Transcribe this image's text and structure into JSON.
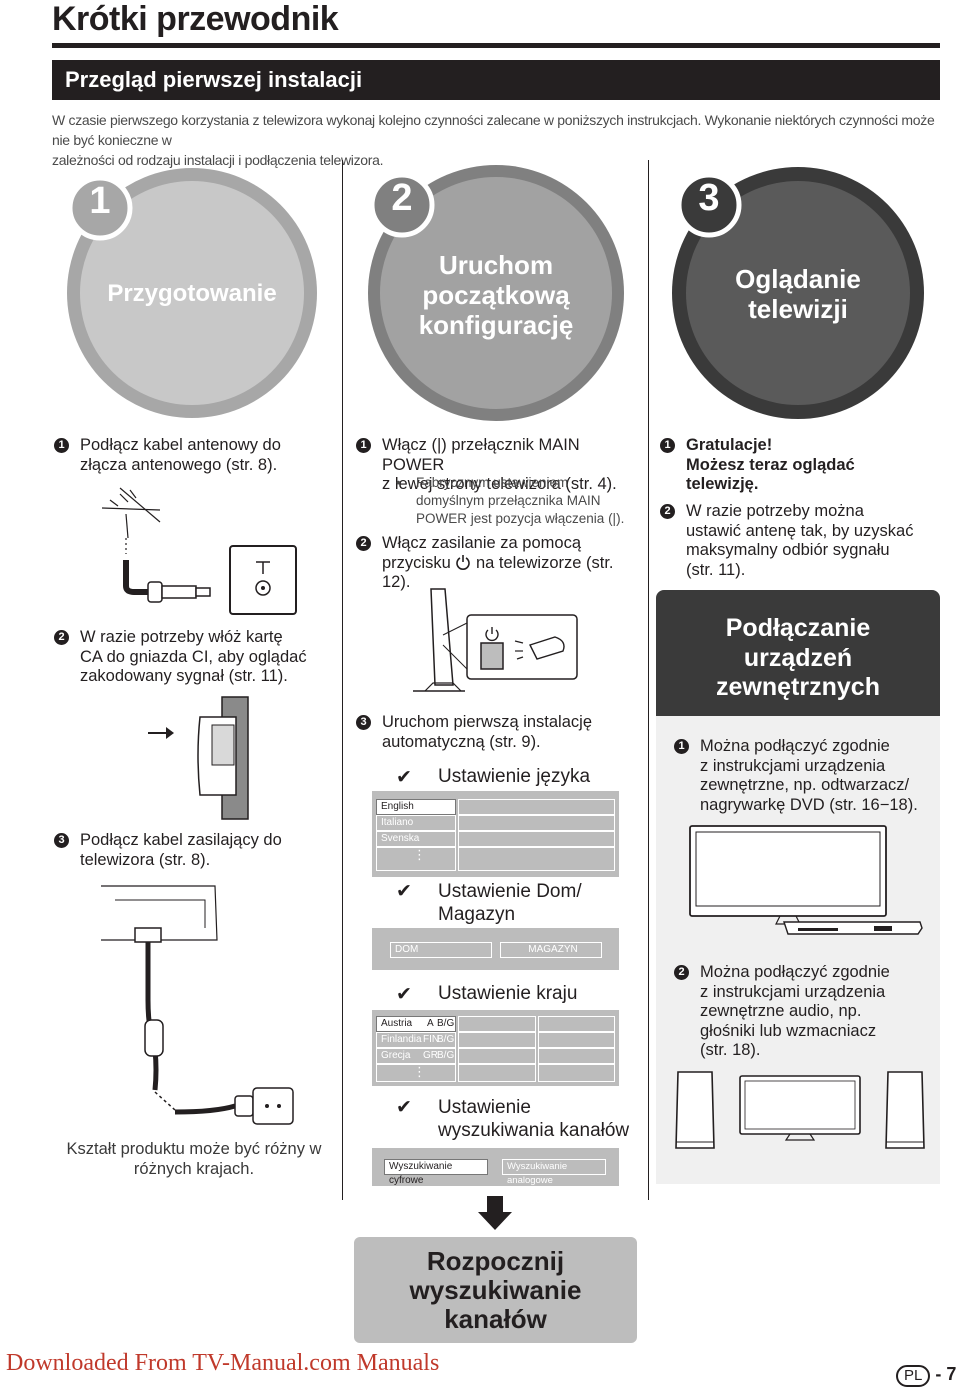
{
  "header": {
    "title": "Krótki przewodnik",
    "banner": "Przegląd pierwszej instalacji",
    "intro_1": "W czasie pierwszego korzystania z telewizora wykonaj kolejno czynności zalecane w poniższych instrukcjach. Wykonanie niektórych czynności może nie być konieczne w",
    "intro_2": "zależności od rodzaju instalacji i podłączenia telewizora."
  },
  "stages": [
    {
      "number": "1",
      "label": "Przygotowanie",
      "color": "#a7a7a7"
    },
    {
      "number": "2",
      "label_1": "Uruchom",
      "label_2": "początkową",
      "label_3": "konfigurację",
      "color": "#808080"
    },
    {
      "number": "3",
      "label_1": "Oglądanie",
      "label_2": "telewizji",
      "color": "#3a3a3a"
    }
  ],
  "col1": {
    "s1_num": "1",
    "s1_line1": "Podłącz kabel antenowy do",
    "s1_line2": "złącza antenowego (str. 8).",
    "s2_num": "2",
    "s2_line1": "W razie potrzeby włóż kartę",
    "s2_line2": "CA do gniazda CI, aby oglądać",
    "s2_line3": "zakodowany sygnał (str. 11).",
    "s3_num": "3",
    "s3_line1": "Podłącz kabel zasilający do",
    "s3_line2": "telewizora (str. 8).",
    "note_1": "Kształt produktu może być różny w",
    "note_2": "różnych krajach."
  },
  "col2": {
    "s1_num": "1",
    "s1_line1": "Włącz (|) przełącznik MAIN POWER",
    "s1_line2": "z lewej strony telewizora (str. 4).",
    "b_line1": "Fabrycznym ustawieniem",
    "b_line2": "domyślnym przełącznika MAIN",
    "b_line3": "POWER jest pozycja włączenia (|).",
    "s2_num": "2",
    "s2_line1": "Włącz zasilanie za pomocą",
    "s2_line2a": "przycisku",
    "s2_line2b": "na telewizorze (str. 12).",
    "s3_num": "3",
    "s3_line1": "Uruchom pierwszą instalację",
    "s3_line2": "automatyczną (str. 9).",
    "check_mark": "✔",
    "lang_title": "Ustawienie języka",
    "lang_options": [
      "English",
      "Italiano",
      "Svenska"
    ],
    "ellipsis": "⋮",
    "home_title_1": "Ustawienie Dom/",
    "home_title_2": "Magazyn",
    "home_options": [
      "DOM",
      "MAGAZYN"
    ],
    "country_title": "Ustawienie kraju",
    "countries": [
      {
        "name": "Austria",
        "code": "A",
        "sys": "B/G"
      },
      {
        "name": "Finlandia",
        "code": "FIN",
        "sys": "B/G"
      },
      {
        "name": "Grecja",
        "code": "GR",
        "sys": "B/G"
      }
    ],
    "search_title_1": "Ustawienie",
    "search_title_2": "wyszukiwania kanałów",
    "search_options": [
      "Wyszukiwanie cyfrowe",
      "Wyszukiwanie analogowe"
    ],
    "start_1": "Rozpocznij",
    "start_2": "wyszukiwanie",
    "start_3": "kanałów"
  },
  "col3": {
    "s1_num": "1",
    "s1_line1": "Gratulacje!",
    "s1_line2": "Możesz teraz oglądać",
    "s1_line3": "telewizję.",
    "s2_num": "2",
    "s2_line1": "W razie potrzeby można",
    "s2_line2": "ustawić antenę tak, by uzyskać",
    "s2_line3": "maksymalny odbiór sygnału",
    "s2_line4": "(str. 11).",
    "ext_1": "Podłączanie",
    "ext_2": "urządzeń",
    "ext_3": "zewnętrznych",
    "e1_num": "1",
    "e1_line1": "Można podłączyć zgodnie",
    "e1_line2": "z instrukcjami urządzenia",
    "e1_line3": "zewnętrzne, np. odtwarzacz/",
    "e1_line4": "nagrywarkę DVD (str. 16−18).",
    "e2_num": "2",
    "e2_line1": "Można podłączyć zgodnie",
    "e2_line2": "z instrukcjami urządzenia",
    "e2_line3": "zewnętrzne audio, np.",
    "e2_line4": "głośniki lub wzmacniacz",
    "e2_line5": "(str. 18)."
  },
  "footer": {
    "link": "Downloaded From TV-Manual.com Manuals",
    "lang": "PL",
    "page": "- 7"
  }
}
